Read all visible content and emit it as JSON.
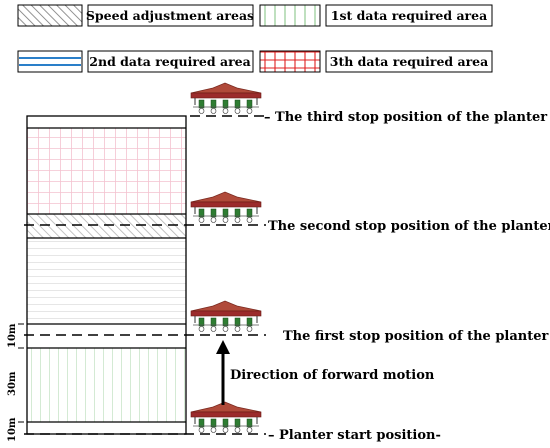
{
  "legend": {
    "speed": "Speed adjustment areas",
    "first": "1st data required area",
    "second": "2nd data required area",
    "third": "3th data required area"
  },
  "labels": {
    "third_stop": "The third stop position of the planter",
    "second_stop": "The second stop position of the planter",
    "first_stop": "The first stop position of the planter",
    "start": "Planter start position",
    "direction": "Direction of forward motion"
  },
  "dimensions": {
    "d1": "10m",
    "d2": "30m",
    "d3": "10m"
  },
  "colors": {
    "hatch": "#777777",
    "green": "#7fc27f",
    "blue": "#2a7fc9",
    "red": "#e02020",
    "pink_grid": "#f2b8c8",
    "grey_lines": "#d8d8d8",
    "planter_roof": "#9b2b2b"
  },
  "icons": [
    "planter-icon",
    "arrow-up-icon"
  ]
}
